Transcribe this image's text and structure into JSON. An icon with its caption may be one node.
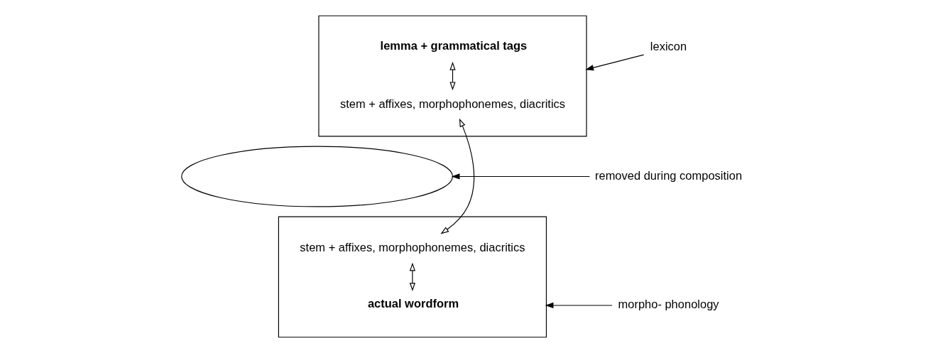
{
  "diagram": {
    "nodes": [
      {
        "text": [],
        "shape": "box"
      },
      {
        "text": [
          "lemma + grammatical tags"
        ],
        "in": 0
      },
      {
        "text": [
          "stem + affixes, morphophonemes, diacritics"
        ],
        "in": 0
      },
      {
        "text": [],
        "shape": "ellipse"
      },
      {
        "text": [],
        "shape": "box"
      },
      {
        "text": [
          "stem + affixes, morphophonemes, diacritics"
        ],
        "in": 4
      },
      {
        "text": [
          "actual wordform"
        ],
        "in": 4
      },
      {
        "text": [
          "lexicon"
        ]
      },
      {
        "text": [
          "removed during composition"
        ]
      },
      {
        "text": [
          "morpho- phonology"
        ]
      }
    ],
    "edges": [
      {
        "from": 1,
        "to": 2,
        "arrow": "both"
      },
      {
        "from": 2,
        "to": 5,
        "arrow": "both"
      },
      {
        "from": 5,
        "to": 6,
        "arrow": "both"
      },
      {
        "from": 7,
        "to": 0,
        "arrow": "to"
      },
      {
        "from": 8,
        "to": 3,
        "arrow": "to"
      },
      {
        "from": 9,
        "to": 4,
        "arrow": "to"
      }
    ]
  }
}
